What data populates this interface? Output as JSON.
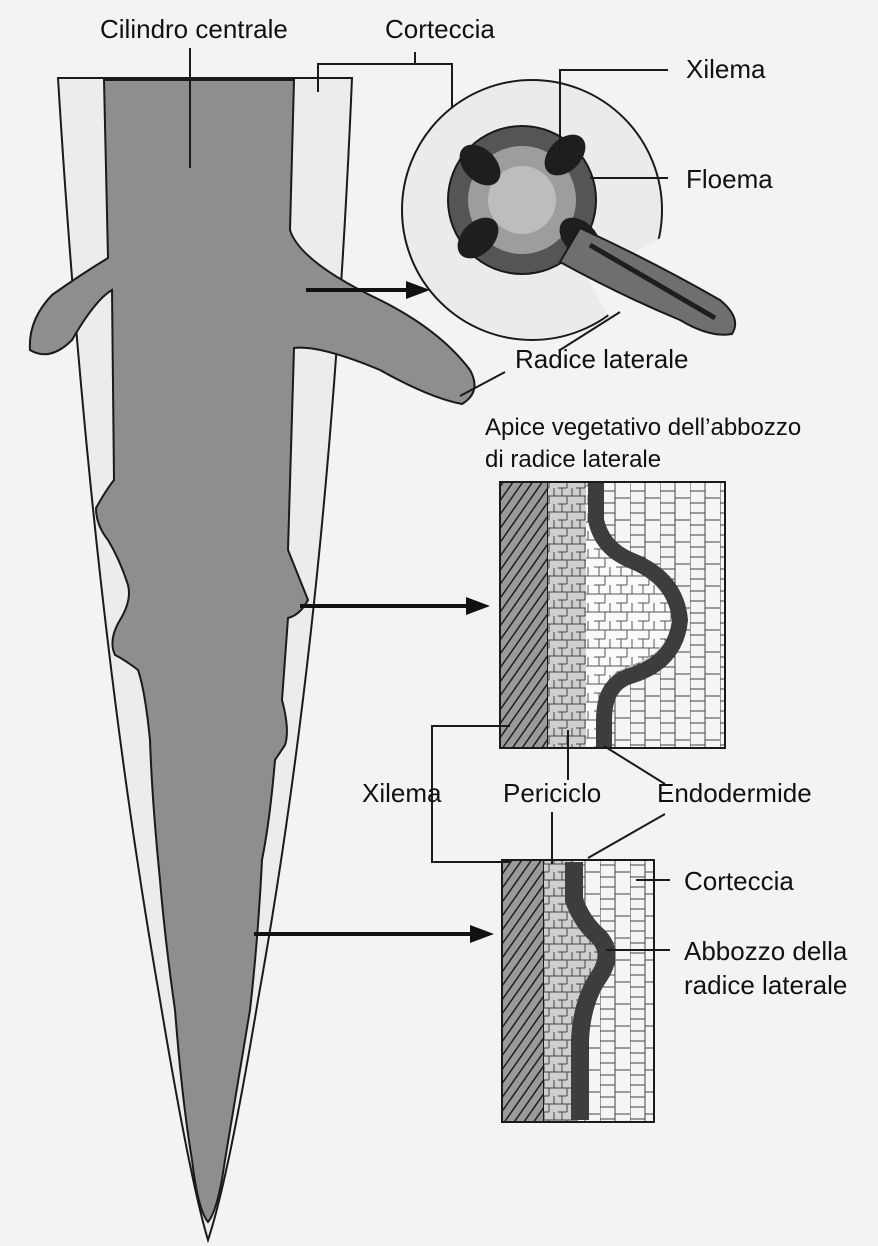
{
  "labels": {
    "cilindro_centrale": "Cilindro centrale",
    "corteccia_top": "Corteccia",
    "xilema_top": "Xilema",
    "floema": "Floema",
    "radice_laterale": "Radice laterale",
    "apice_line1": "Apice vegetativo dell’abbozzo",
    "apice_line2": "di radice laterale",
    "xilema_mid": "Xilema",
    "periciclo": "Periciclo",
    "endodermide": "Endodermide",
    "corteccia_bottom": "Corteccia",
    "abbozzo_line1": "Abbozzo della",
    "abbozzo_line2": "radice laterale"
  },
  "colors": {
    "background": "#f3f3f3",
    "central_cylinder": "#8e8e8e",
    "cortex": "#e8e8e8",
    "outline": "#1a1a1a",
    "endodermis": "#3d3d3d",
    "xylem_dark": "#1e1e1e",
    "cell_light": "#fafafa",
    "cell_mid": "#cfcfcf"
  }
}
